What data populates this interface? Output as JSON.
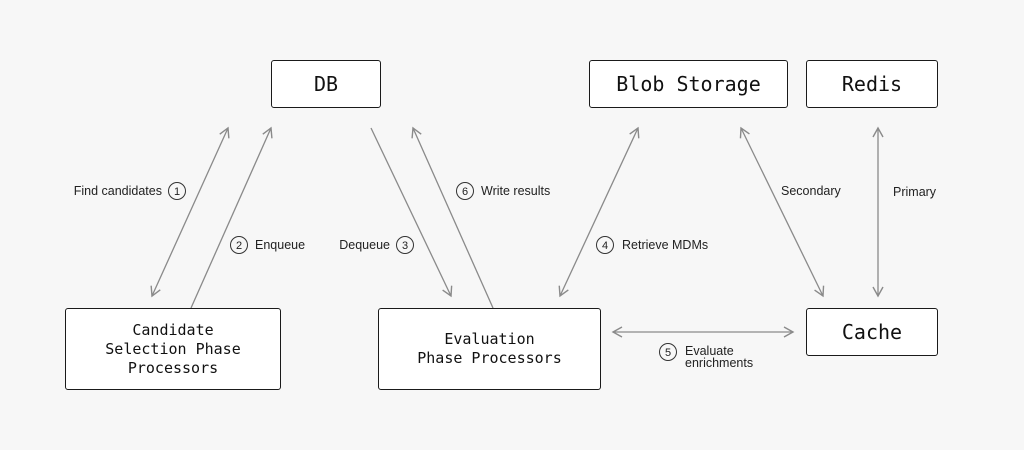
{
  "nodes": {
    "db": "DB",
    "blob": "Blob Storage",
    "redis": "Redis",
    "candidate": "Candidate\nSelection Phase\nProcessors",
    "evaluation": "Evaluation\nPhase Processors",
    "cache": "Cache"
  },
  "edges": {
    "find_candidates": {
      "step": "1",
      "label": "Find candidates"
    },
    "enqueue": {
      "step": "2",
      "label": "Enqueue"
    },
    "dequeue": {
      "step": "3",
      "label": "Dequeue"
    },
    "retrieve_mdms": {
      "step": "4",
      "label": "Retrieve MDMs"
    },
    "evaluate_enrichments": {
      "step": "5",
      "label_line1": "Evaluate",
      "label_line2": "enrichments"
    },
    "write_results": {
      "step": "6",
      "label": "Write results"
    },
    "secondary": {
      "label": "Secondary"
    },
    "primary": {
      "label": "Primary"
    }
  },
  "colors": {
    "arrow": "#8a8a8a",
    "border": "#1a1a1a",
    "background": "#f7f7f7"
  }
}
